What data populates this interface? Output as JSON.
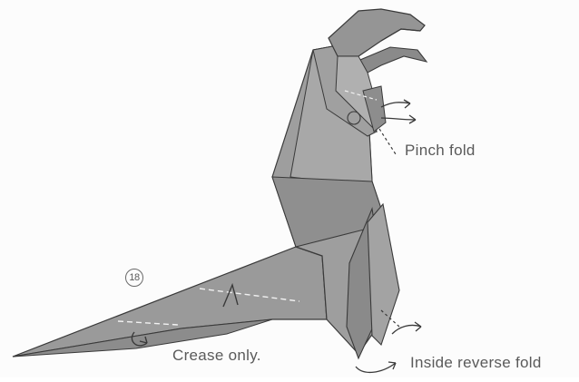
{
  "step": {
    "number": "18"
  },
  "labels": {
    "pinch_fold": "Pinch fold",
    "crease_only": "Crease only.",
    "inside_reverse_fold": "Inside reverse fold"
  },
  "colors": {
    "paper": "#9a9a9a",
    "paper_light": "#b3b3b3",
    "paper_dark": "#7d7d7d",
    "line": "#3a3a3a",
    "dash": "#f2f2f2"
  }
}
